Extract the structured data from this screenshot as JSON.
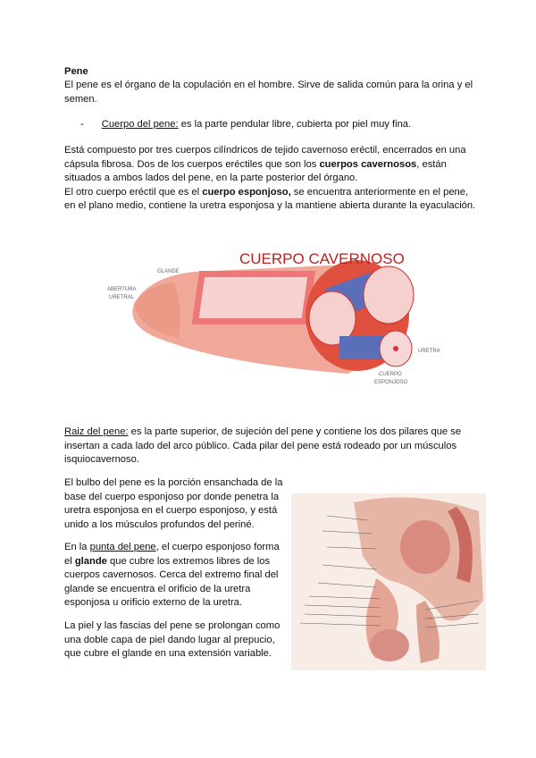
{
  "title": "Pene",
  "intro": [
    "El pene es el órgano de la copulación en el hombre. Sirve de salida común para la orina y el",
    "semen."
  ],
  "bullet": {
    "marker": "-",
    "term": "Cuerpo del pene:",
    "text": " es la parte pendular libre, cubierta por piel muy fina."
  },
  "para1": {
    "l1": "Está compuesto por tres cuerpos cilíndricos de tejido cavernoso eréctil, encerrados en una",
    "l2a": "cápsula fibrosa. Dos de los cuerpos eréctiles que son los ",
    "l2b": "cuerpos cavernosos",
    "l2c": ", están",
    "l3": "situados a ambos lados del pene, en la parte posterior del órgano.",
    "l4a": "El otro cuerpo eréctil que es el ",
    "l4b": "cuerpo esponjoso,",
    "l4c": " se encuentra anteriormente en el pene,",
    "l5": "en el plano medio, contiene la uretra esponjosa y la mantiene abierta durante la eyaculación."
  },
  "figure1": {
    "title": "CUERPO CAVERNOSO",
    "labels": [
      "GLANDE",
      "ABERTURA",
      "URETRAL",
      "URETRA",
      "CUERPO",
      "ESPONJOSO"
    ]
  },
  "raiz": {
    "term": "Raiz del pene:",
    "l1": " es la parte superior, de sujeción del pene y contiene los dos pilares que se",
    "l2": "insertan a cada lado del arco público. Cada pilar del pene está rodeado por un músculos",
    "l3": "isquiocavernoso."
  },
  "bulbo": [
    "El bulbo del pene es la porción ensanchada de la",
    "base del cuerpo esponjoso por donde penetra la",
    "uretra esponjosa en el cuerpo esponjoso, y está",
    "unido a los músculos profundos del periné."
  ],
  "punta": {
    "l1a": "En la ",
    "l1b": "punta del pene",
    "l1c": ", el cuerpo esponjoso forma",
    "l2a": "el ",
    "l2b": "glande",
    "l2c": " que cubre los extremos libres de los",
    "l3": "cuerpos cavernosos. Cerca del extremo final del",
    "l4": "glande se encuentra el orificio de la uretra",
    "l5": "esponjosa u orificio externo de la uretra."
  },
  "piel": [
    "La piel y las fascias del pene se prolongan como",
    "una doble capa de piel dando lugar al prepucio,",
    "que cubre el glande en una extensión variable."
  ]
}
